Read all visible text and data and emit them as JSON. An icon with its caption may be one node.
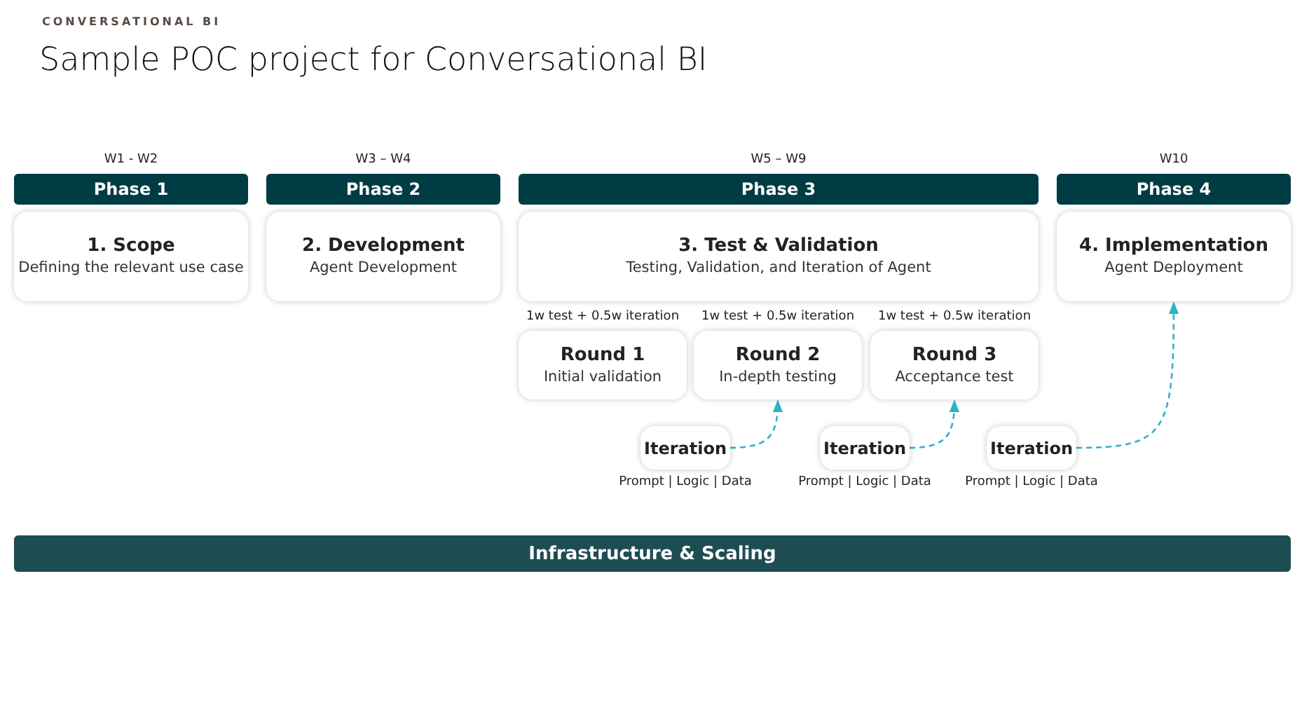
{
  "diagram": {
    "title": "Sample POC project for Conversational BI",
    "nodes": [
      {
        "text": [
          "Phase 1"
        ],
        "beside": [
          "W1 - W2"
        ]
      },
      {
        "text": [
          "Phase 2"
        ],
        "beside": [
          "W3 – W4"
        ]
      },
      {
        "text": [
          "Phase 3"
        ],
        "beside": [
          "W5 – W9"
        ]
      },
      {
        "text": [
          "Phase 4"
        ],
        "beside": [
          "W10"
        ]
      },
      {
        "text": [
          "1. Scope",
          "Defining the relevant use case"
        ]
      },
      {
        "text": [
          "2. Development",
          "Agent Development"
        ]
      },
      {
        "text": [
          "3. Test & Validation",
          "Testing, Validation, and Iteration of Agent"
        ]
      },
      {
        "text": [
          "4. Implementation",
          "Agent Deployment"
        ]
      },
      {
        "text": [
          "Round 1",
          "Initial validation"
        ],
        "beside": [
          "1w test + 0.5w iteration"
        ]
      },
      {
        "text": [
          "Round 2",
          "In-depth testing"
        ],
        "beside": [
          "1w test + 0.5w iteration"
        ]
      },
      {
        "text": [
          "Round 3",
          "Acceptance test"
        ],
        "beside": [
          "1w test + 0.5w iteration"
        ]
      },
      {
        "text": [
          "Iteration"
        ],
        "beside": [
          "Prompt | Logic | Data"
        ]
      },
      {
        "text": [
          "Iteration"
        ],
        "beside": [
          "Prompt | Logic | Data"
        ]
      },
      {
        "text": [
          "Iteration"
        ],
        "beside": [
          "Prompt | Logic | Data"
        ]
      },
      {
        "text": [
          "Infrastructure & Scaling"
        ]
      }
    ],
    "edges": [
      {
        "from": 11,
        "to": 9,
        "arrow": "to",
        "style": "dashed",
        "color": "#2ab3c9"
      },
      {
        "from": 12,
        "to": 10,
        "arrow": "to",
        "style": "dashed",
        "color": "#2ab3c9"
      },
      {
        "from": 13,
        "to": 7,
        "arrow": "to",
        "style": "dashed",
        "color": "#2ab3c9"
      }
    ],
    "labels": [
      "CONVERSATIONAL BI"
    ]
  }
}
